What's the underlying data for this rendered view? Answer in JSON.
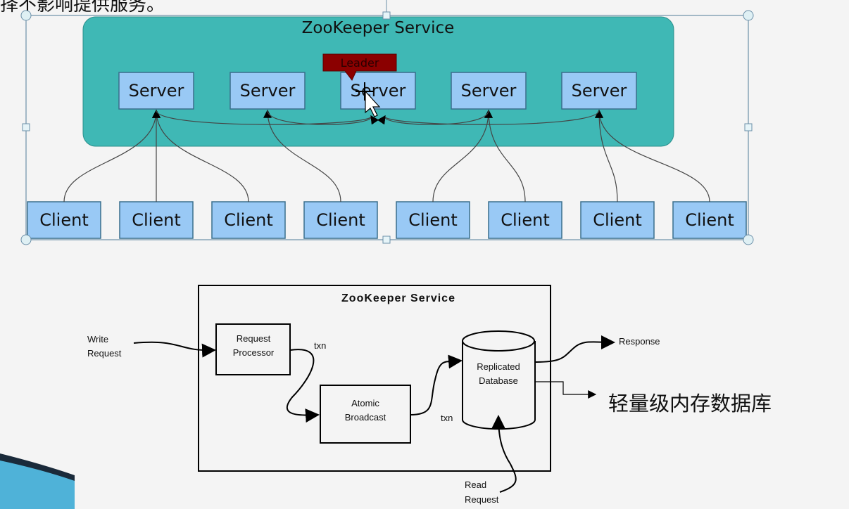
{
  "slide": {
    "top_caption": "择不影响提供服务。",
    "annotation": "轻量级内存数据库"
  },
  "top_diagram": {
    "title": "ZooKeeper Service",
    "leader_label": "Leader",
    "servers": [
      "Server",
      "Server",
      "Server",
      "Server",
      "Server"
    ],
    "clients": [
      "Client",
      "Client",
      "Client",
      "Client",
      "Client",
      "Client",
      "Client",
      "Client"
    ],
    "colors": {
      "service_bg": "#3fb8b5",
      "box_fill": "#99c9f5",
      "leader": "#8b0000"
    }
  },
  "bottom_diagram": {
    "title": "ZooKeeper Service",
    "write_request": [
      "Write",
      "Request"
    ],
    "request_processor": [
      "Request",
      "Processor"
    ],
    "atomic_broadcast": [
      "Atomic",
      "Broadcast"
    ],
    "replicated_database": [
      "Replicated",
      "Database"
    ],
    "txn1": "txn",
    "txn2": "txn",
    "response": "Response",
    "read_request": [
      "Read",
      "Request"
    ]
  }
}
